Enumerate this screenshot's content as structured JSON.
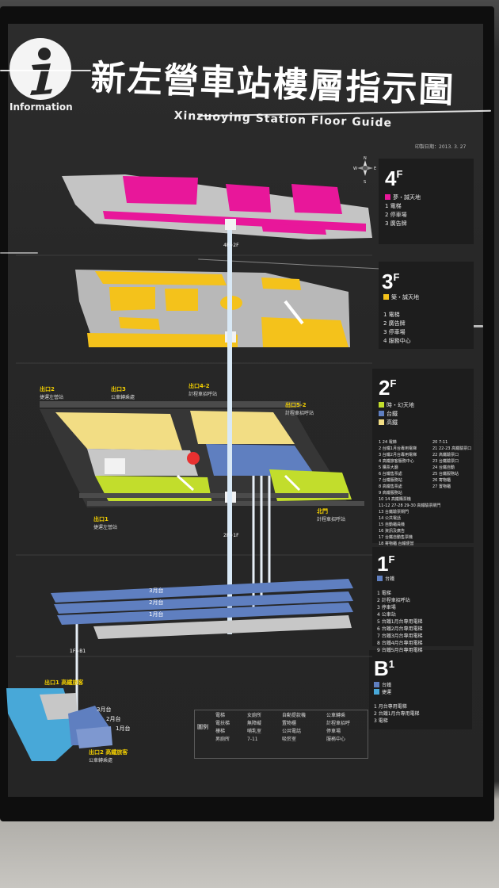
{
  "header": {
    "info_label": "Information",
    "title_cn": "新左營車站樓層指示圖",
    "title_en": "Xinzuoying Station Floor Guide",
    "date": "印製日期：2013. 3. 27"
  },
  "compass": {
    "n": "N",
    "s": "S",
    "e": "E",
    "w": "W"
  },
  "floors": [
    {
      "id": "4F",
      "num": "4",
      "sup": "F",
      "legend": [
        "夢・誠天地"
      ],
      "items": [
        "1 電梯",
        "2 停車場",
        "3 廣告牌"
      ]
    },
    {
      "id": "3F",
      "num": "3",
      "sup": "F",
      "legend": [
        "築・誠天地"
      ],
      "items": [
        "1 電梯",
        "2 廣告牌",
        "3 停車場",
        "4 服務中心"
      ]
    },
    {
      "id": "2F",
      "num": "2",
      "sup": "F",
      "legend": [
        "時・幻天地",
        "台鐵",
        "高鐵"
      ],
      "items_left": [
        "1 24 電梯",
        "2 台鐵1月台專用電梯",
        "3 台鐵2月台專用電梯",
        "4 高鐵旅客服務中心",
        "5 購票大廳",
        "6 台鐵售票處",
        "7 台鐵服務站",
        "8 高鐵售票處",
        "9 高鐵服務站",
        "10 14 高鐵購票機",
        "11-12 27-28 29-30 高鐵驗票閘門",
        "13 台鐵驗票閘門",
        "14 公共電話",
        "15 自動櫃員機",
        "16 資訊及廣告",
        "17 台鐵自動售票機",
        "18 寄物櫃 台鐵便當"
      ],
      "items_right": [
        "20 7-11",
        "21 22-23 高鐵驗票口",
        "22 高鐵驗票口",
        "23 台鐵驗票口",
        "24 台鐵自動",
        "25 台鐵服務站",
        "26 寄物櫃",
        "27 置物櫃"
      ]
    },
    {
      "id": "1F",
      "num": "1",
      "sup": "F",
      "legend": [
        "台鐵"
      ],
      "items": [
        "1 電梯",
        "2 計程車招呼站",
        "3 停車場",
        "4 公車站",
        "5 台鐵1月台專用電梯",
        "6 台鐵2月台專用電梯",
        "7 台鐵3月台專用電梯",
        "8 台鐵4月台專用電梯",
        "9 台鐵5月台專用電梯"
      ]
    },
    {
      "id": "B1",
      "num": "B",
      "sup": "1",
      "legend": [
        "台鐵",
        "捷運"
      ],
      "items": [
        "1 月台專用電梯",
        "2 台鐵1月台專用電梯",
        "3 電梯"
      ]
    }
  ],
  "exits": {
    "exit_2": {
      "label": "出口2",
      "sub": "捷運左營站"
    },
    "exit_3": {
      "label": "出口3",
      "sub": "公車轉乘處"
    },
    "exit_4_2": {
      "label": "出口4-2",
      "sub": "計程車招呼站"
    },
    "exit_5_2": {
      "label": "出口5-2",
      "sub": "計程車招呼站"
    },
    "exit_1": {
      "label": "出口1",
      "sub": "捷運左營站"
    },
    "north": {
      "label": "北門",
      "sub": "計程車招呼站"
    },
    "b1_exit_1": {
      "label": "出口1 高鐵旅客",
      "sub": ""
    },
    "b1_exit_2": {
      "label": "出口2 高鐵旅客",
      "sub": "公車轉乘處"
    }
  },
  "elevator_labels": [
    "4F~2F",
    "2F~1F",
    "1F~B1"
  ],
  "platforms_1f": [
    "3月台",
    "2月台",
    "1月台"
  ],
  "platforms_b1": [
    "3月台",
    "2月台",
    "1月台"
  ],
  "key": {
    "title": "圖例",
    "col1": [
      "電梯",
      "電扶梯",
      "樓梯",
      "男廁所"
    ],
    "col2": [
      "女廁所",
      "無障礙",
      "哺乳室",
      "7-11"
    ],
    "col3": [
      "自動提款機",
      "置物櫃",
      "公共電話",
      "吸菸室"
    ],
    "col4": [
      "公車轉乘",
      "計程車招呼",
      "停車場",
      "服務中心"
    ]
  },
  "colors": {
    "pink": "#e8179a",
    "yellow": "#f4c21b",
    "light_yellow": "#f2dd84",
    "lime": "#c2dd2c",
    "blue": "#5f7fc0",
    "cyan": "#48a8d8",
    "gray": "#c7c7c7"
  }
}
